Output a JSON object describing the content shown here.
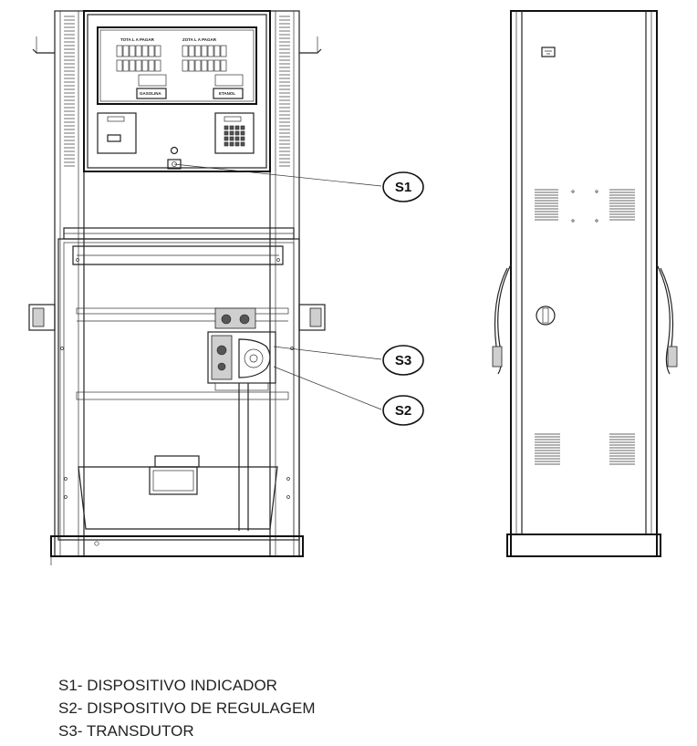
{
  "front_panel": {
    "display_left_header": "TOTA L A PAGAR",
    "display_right_header": "ZOTA L A PAGAR",
    "display_left_button": "GASOLINA",
    "display_right_button": "ETANOL"
  },
  "callouts": [
    {
      "id": "S1",
      "label": "S1"
    },
    {
      "id": "S3",
      "label": "S3"
    },
    {
      "id": "S2",
      "label": "S2"
    }
  ],
  "legend": [
    {
      "code": "S1-",
      "text": "DISPOSITIVO INDICADOR"
    },
    {
      "code": "S2-",
      "text": "DISPOSITIVO DE REGULAGEM"
    },
    {
      "code": "S3-",
      "text": "TRANSDUTOR"
    }
  ]
}
